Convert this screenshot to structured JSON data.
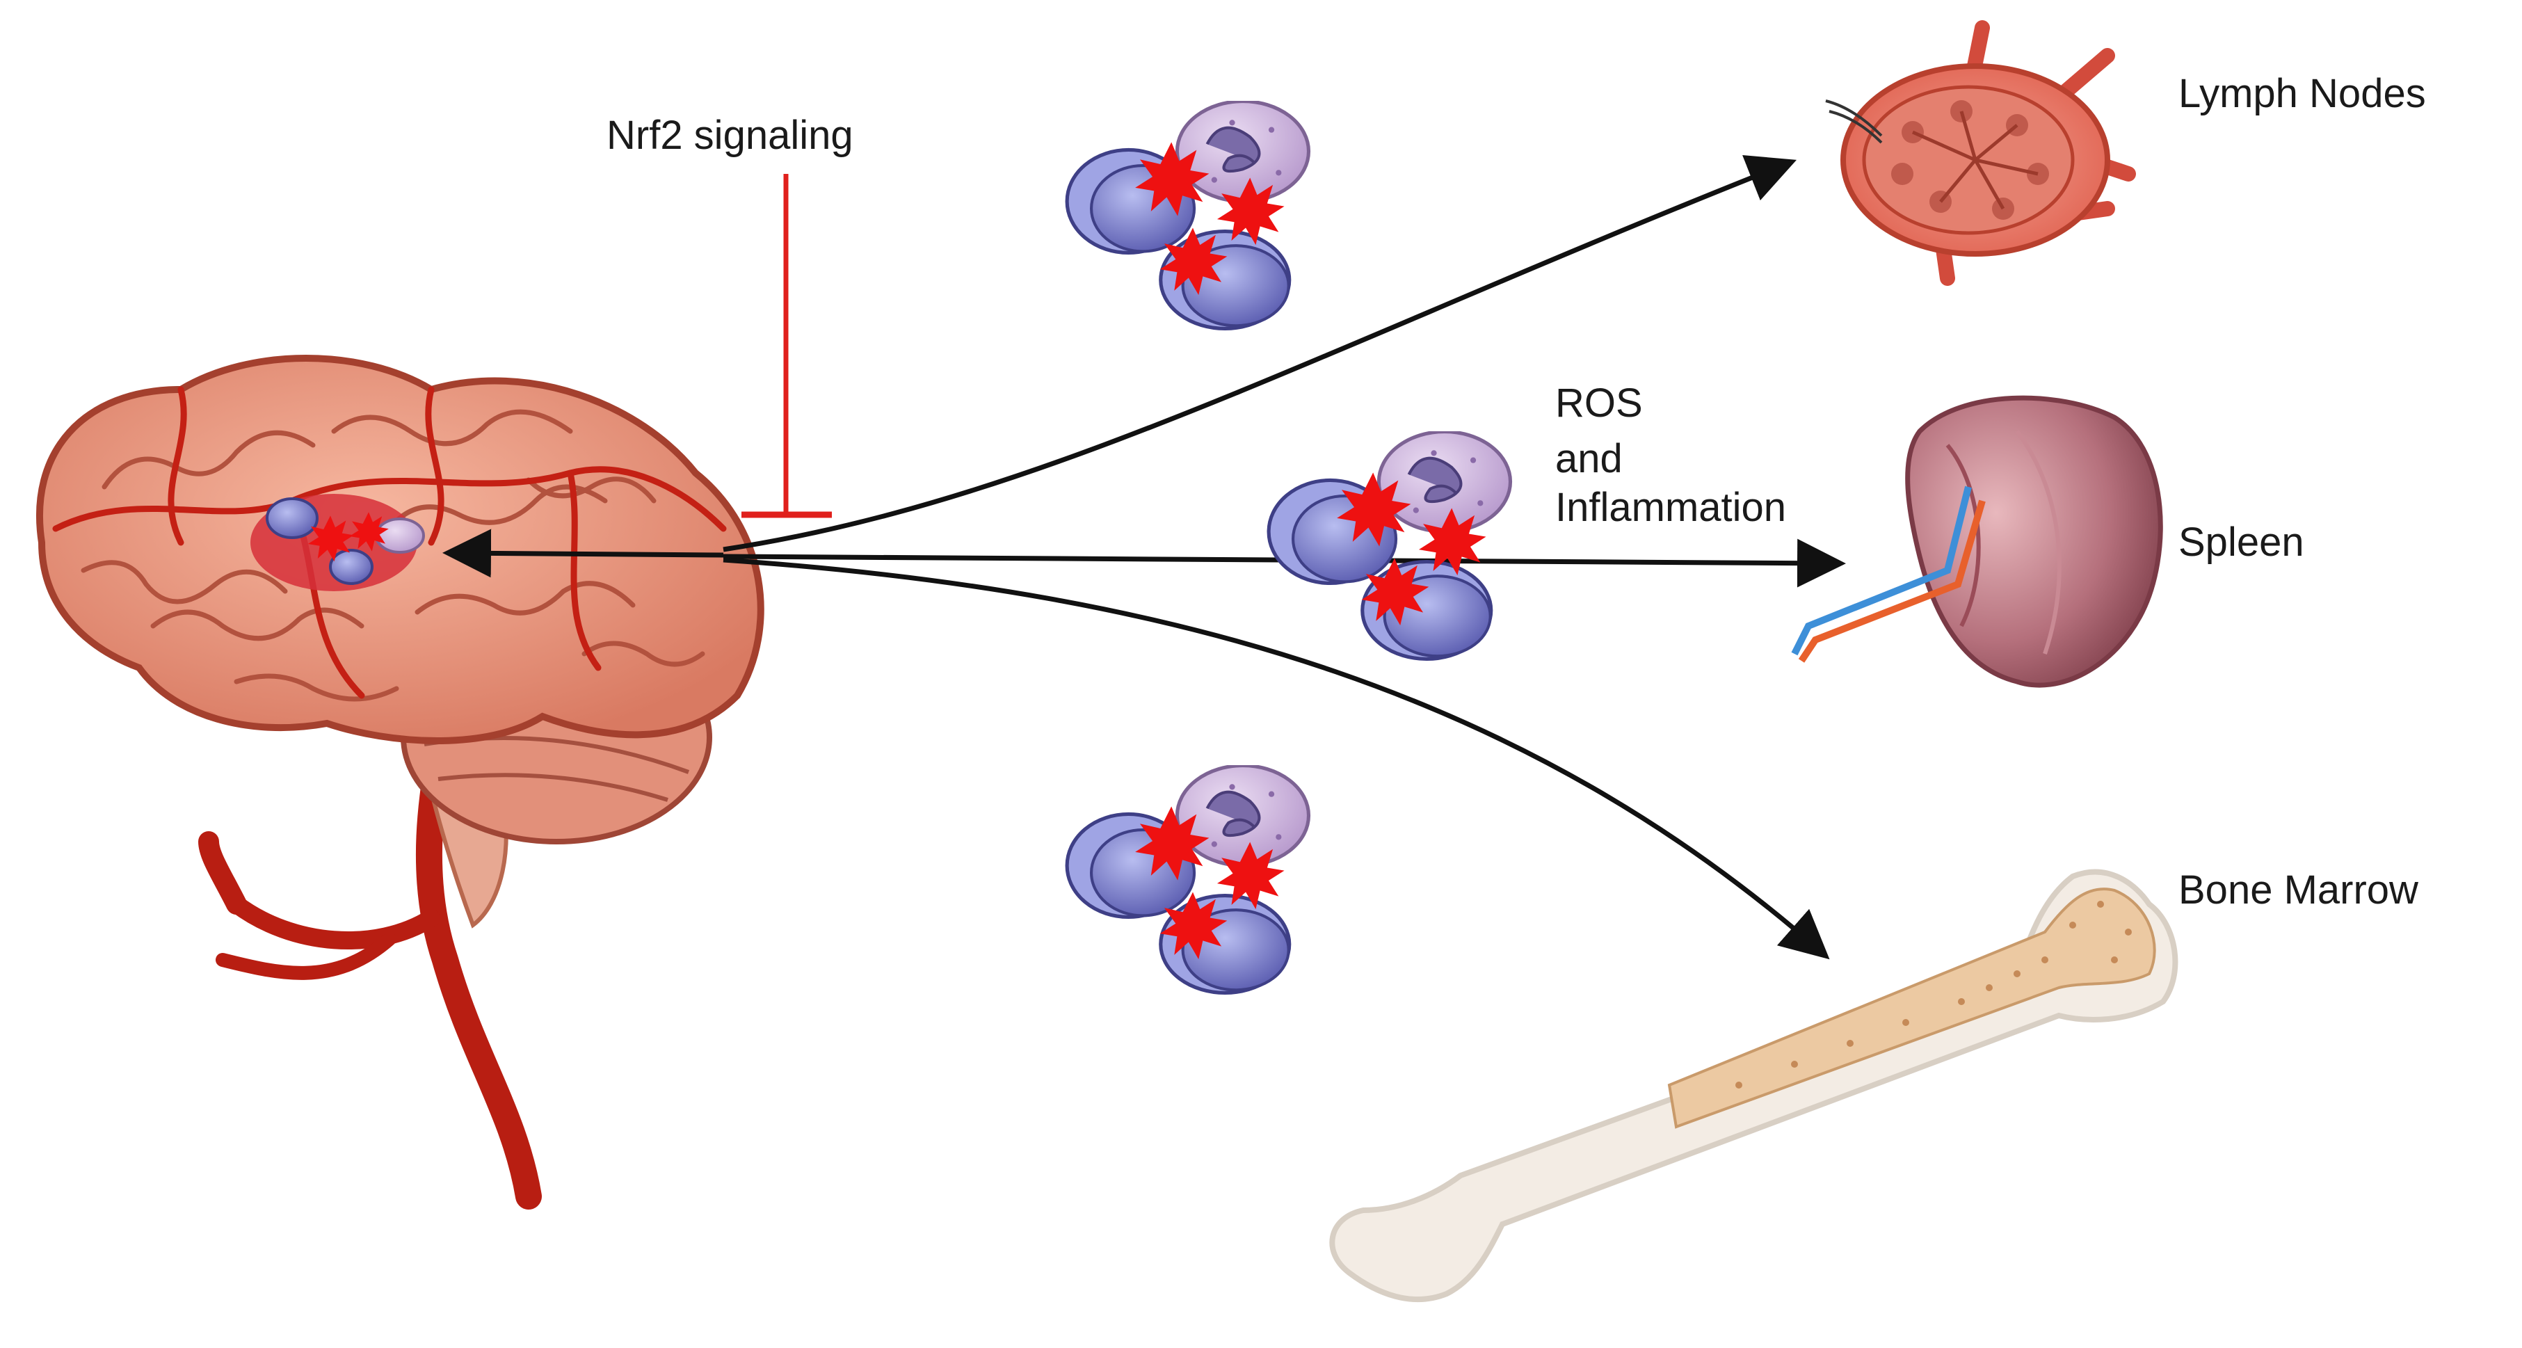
{
  "labels": {
    "nrf2": "Nrf2 signaling",
    "ros_line1": "ROS",
    "ros_line2": "and",
    "ros_line3": "Inflammation",
    "lymph_nodes": "Lymph Nodes",
    "spleen": "Spleen",
    "bone_marrow": "Bone Marrow"
  },
  "colors": {
    "inhibition": "#e0201c",
    "arrow": "#111111",
    "brain": "#e8947c",
    "vessel": "#c42014",
    "lymphocyte": "#6a6cc0",
    "neutrophil": "#c6a6d8",
    "ros_burst": "#ee1111",
    "spleen": "#b06a7a",
    "bone": "#f3ece4",
    "marrow": "#ecc9a2",
    "lymph_node": "#ef7a6a"
  },
  "icons": [
    "brain-icon",
    "cell-cluster-icon",
    "lymph-node-icon",
    "spleen-icon",
    "bone-icon",
    "ros-burst-icon"
  ]
}
